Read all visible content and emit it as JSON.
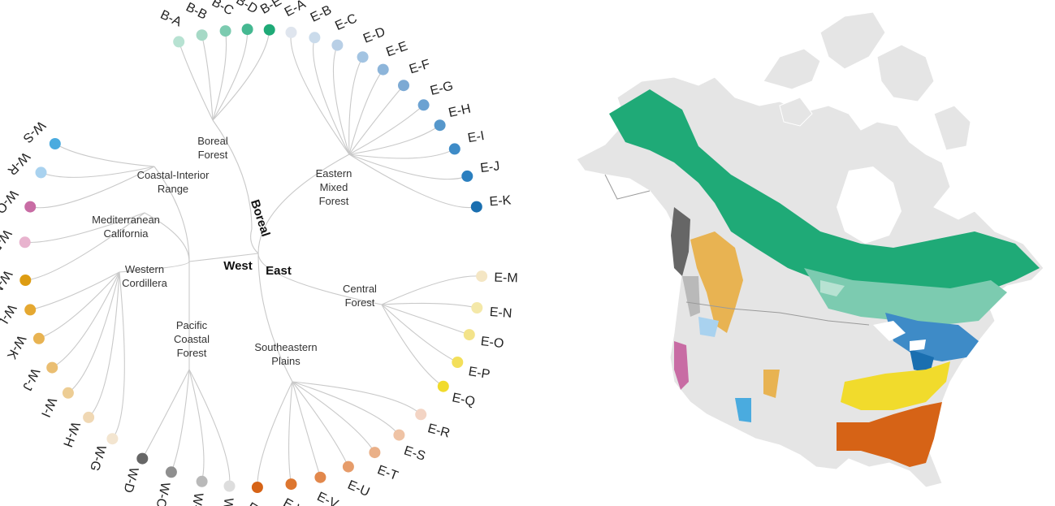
{
  "root_labels": {
    "west": "West",
    "east": "East",
    "boreal": "Boreal"
  },
  "clusters": [
    {
      "id": "boreal",
      "label": [
        "Boreal",
        "Forest"
      ]
    },
    {
      "id": "coastal",
      "label": [
        "Coastal-Interior",
        "Range"
      ]
    },
    {
      "id": "medcal",
      "label": [
        "Mediterranean",
        "California"
      ]
    },
    {
      "id": "westcord",
      "label": [
        "Western",
        "Cordillera"
      ]
    },
    {
      "id": "pacific",
      "label": [
        "Pacific",
        "Coastal",
        "Forest"
      ]
    },
    {
      "id": "southeast",
      "label": [
        "Southeastern",
        "Plains"
      ]
    },
    {
      "id": "central",
      "label": [
        "Central",
        "Forest"
      ]
    },
    {
      "id": "eastmix",
      "label": [
        "Eastern",
        "Mixed",
        "Forest"
      ]
    }
  ],
  "leaves": [
    {
      "code": "B-A",
      "color": "#b7e2d2",
      "cluster": "boreal"
    },
    {
      "code": "B-B",
      "color": "#a6d9c6",
      "cluster": "boreal"
    },
    {
      "code": "B-C",
      "color": "#7ccbb0",
      "cluster": "boreal"
    },
    {
      "code": "B-D",
      "color": "#45b891",
      "cluster": "boreal"
    },
    {
      "code": "B-E",
      "color": "#1faa77",
      "cluster": "boreal"
    },
    {
      "code": "E-A",
      "color": "#dfe5ee",
      "cluster": "eastmix"
    },
    {
      "code": "E-B",
      "color": "#cadbeb",
      "cluster": "eastmix"
    },
    {
      "code": "E-C",
      "color": "#b8cfe6",
      "cluster": "eastmix"
    },
    {
      "code": "E-D",
      "color": "#a3c4e2",
      "cluster": "eastmix"
    },
    {
      "code": "E-E",
      "color": "#8db5da",
      "cluster": "eastmix"
    },
    {
      "code": "E-F",
      "color": "#7daad4",
      "cluster": "eastmix"
    },
    {
      "code": "E-G",
      "color": "#6ba2d2",
      "cluster": "eastmix"
    },
    {
      "code": "E-H",
      "color": "#5697cb",
      "cluster": "eastmix"
    },
    {
      "code": "E-I",
      "color": "#3e8bc7",
      "cluster": "eastmix"
    },
    {
      "code": "E-J",
      "color": "#2b7fbf",
      "cluster": "eastmix"
    },
    {
      "code": "E-K",
      "color": "#1a6fb0",
      "cluster": "eastmix"
    },
    {
      "code": "E-M",
      "color": "#f4e6c4",
      "cluster": "central"
    },
    {
      "code": "E-N",
      "color": "#f4e8a8",
      "cluster": "central"
    },
    {
      "code": "E-O",
      "color": "#f3e38a",
      "cluster": "central"
    },
    {
      "code": "E-P",
      "color": "#f3df5a",
      "cluster": "central"
    },
    {
      "code": "E-Q",
      "color": "#f1db2c",
      "cluster": "central"
    },
    {
      "code": "E-R",
      "color": "#f3d4c4",
      "cluster": "southeast"
    },
    {
      "code": "E-S",
      "color": "#efc3a5",
      "cluster": "southeast"
    },
    {
      "code": "E-T",
      "color": "#eab088",
      "cluster": "southeast"
    },
    {
      "code": "E-U",
      "color": "#e69c6a",
      "cluster": "southeast"
    },
    {
      "code": "E-V",
      "color": "#e2884c",
      "cluster": "southeast"
    },
    {
      "code": "E-W",
      "color": "#dd762f",
      "cluster": "southeast"
    },
    {
      "code": "E-X",
      "color": "#d66316",
      "cluster": "southeast"
    },
    {
      "code": "W-A",
      "color": "#dddddd",
      "cluster": "pacific"
    },
    {
      "code": "W-B",
      "color": "#b9b9b9",
      "cluster": "pacific"
    },
    {
      "code": "W-C",
      "color": "#8f8f8f",
      "cluster": "pacific"
    },
    {
      "code": "W-D",
      "color": "#666666",
      "cluster": "pacific"
    },
    {
      "code": "W-G",
      "color": "#f3e5d0",
      "cluster": "westcord"
    },
    {
      "code": "W-H",
      "color": "#f0d8b4",
      "cluster": "westcord"
    },
    {
      "code": "W-I",
      "color": "#edcd94",
      "cluster": "westcord"
    },
    {
      "code": "W-J",
      "color": "#eabe72",
      "cluster": "westcord"
    },
    {
      "code": "W-K",
      "color": "#e8b352",
      "cluster": "westcord"
    },
    {
      "code": "W-L",
      "color": "#e5a831",
      "cluster": "westcord"
    },
    {
      "code": "W-M",
      "color": "#dd9c12",
      "cluster": "medcal"
    },
    {
      "code": "W-P",
      "color": "#e8b3ce",
      "cluster": "medcal"
    },
    {
      "code": "W-Q",
      "color": "#c86ca4",
      "cluster": "coastal"
    },
    {
      "code": "W-R",
      "color": "#a9d2ef",
      "cluster": "coastal"
    },
    {
      "code": "W-S",
      "color": "#4aabdf",
      "cluster": "coastal"
    }
  ],
  "map": {
    "land_color": "#e5e5e5",
    "border_color": "#9a9a9a",
    "coast_color": "#ffffff"
  }
}
